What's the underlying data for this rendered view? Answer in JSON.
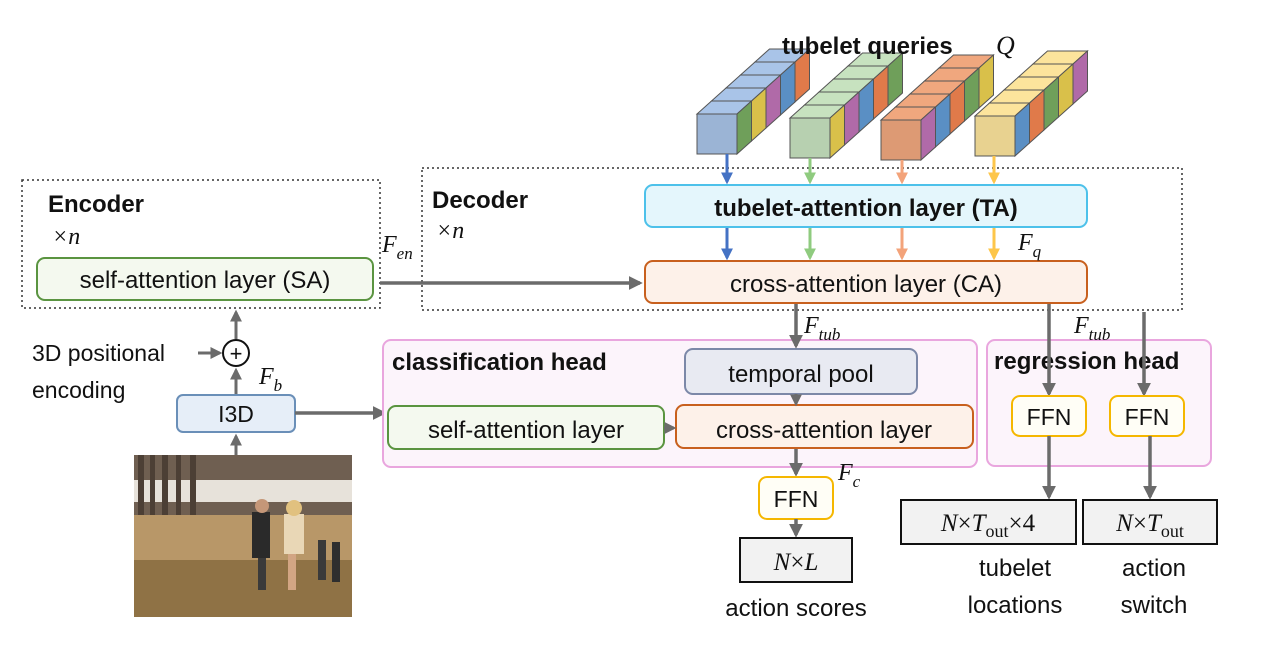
{
  "encoder": {
    "title": "Encoder",
    "repeat": "×n",
    "layer": "self-attention layer (SA)"
  },
  "decoder": {
    "title": "Decoder",
    "repeat": "×n",
    "tubelet_attention": "tubelet-attention layer (TA)",
    "cross_attention": "cross-attention layer (CA)"
  },
  "queries": {
    "title": "tubelet queries",
    "symbol": "Q",
    "colors": [
      "#a9c4e8",
      "#c7e2bf",
      "#f0a77e",
      "#fce49c"
    ]
  },
  "inputs": {
    "pos_line1": "3D positional",
    "pos_line2": "encoding",
    "plus": "+",
    "backbone": "I3D"
  },
  "features": {
    "F": "F",
    "b": "b",
    "en": "en",
    "q": "q",
    "tub": "tub",
    "c": "c"
  },
  "classification": {
    "title": "classification head",
    "temporal_pool": "temporal pool",
    "self_attention": "self-attention layer",
    "cross_attention": "cross-attention layer",
    "ffn": "FFN",
    "output_N": "N",
    "output_times": "×",
    "output_L": "L",
    "label": "action scores"
  },
  "regression": {
    "title": "regression head",
    "ffn1": "FFN",
    "ffn2": "FFN",
    "out1_N": "N",
    "out1_x": "×",
    "out1_T": "T",
    "out1_sub": "out",
    "out1_x2": "×",
    "out1_4": "4",
    "out2_N": "N",
    "out2_x": "×",
    "out2_T": "T",
    "out2_sub": "out",
    "label1_line1": "tubelet",
    "label1_line2": "locations",
    "label2_line1": "action",
    "label2_line2": "switch"
  },
  "colors": {
    "arrow": "#6b6b6b",
    "green_border": "#5a9440",
    "green_fill": "#f4f9ef",
    "orange_border": "#c8601e",
    "orange_fill": "#fdf1e9",
    "blue_border": "#6a8fb8",
    "blue_fill": "#e6eef8",
    "ta_border": "#4dc1ea",
    "ta_fill": "#e4f6fc",
    "pink_border": "#e9a6de",
    "pink_fill": "#fcf4fb",
    "ffn_border": "#f5b700",
    "ffn_fill": "#fffef6",
    "gray_border": "#7c88a8",
    "gray_fill": "#e8eaf2",
    "arrow_blue": "#4472c4",
    "arrow_green": "#8fcb7f",
    "arrow_orange": "#f3a37a",
    "arrow_yellow": "#fdc64a"
  }
}
